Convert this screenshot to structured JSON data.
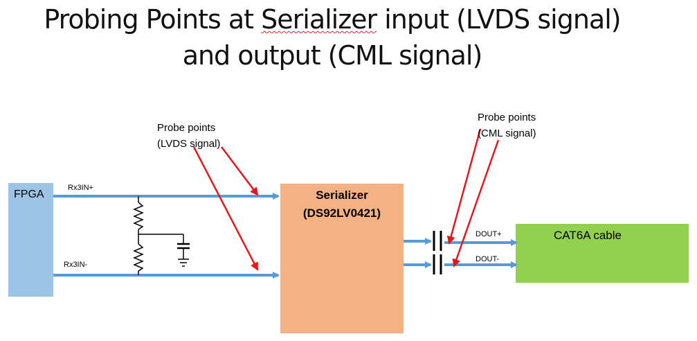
{
  "title": {
    "line1_pre": "Probing Points at ",
    "line1_word": "Serializer",
    "line1_post": " input (LVDS signal)",
    "line2": "and output (CML signal)"
  },
  "fpga": {
    "label": "FPGA"
  },
  "serializer": {
    "name": "Serializer",
    "part": "(DS92LV0421)"
  },
  "cable": {
    "label": "CAT6A cable"
  },
  "signals": {
    "rx_pos": "Rx3IN+",
    "rx_neg": "Rx3IN-",
    "dout_pos": "DOUT+",
    "dout_neg": "DOUT-"
  },
  "probes": {
    "lvds_line1": "Probe points",
    "lvds_line2": "(LVDS signal)",
    "cml_line1": "Probe points",
    "cml_line2": "(CML signal)"
  },
  "colors": {
    "wire": "#5b9bd5",
    "arrow": "#e8161b",
    "fpga": "#9dc3e6",
    "serializer": "#f4b183",
    "cable": "#92d050"
  }
}
